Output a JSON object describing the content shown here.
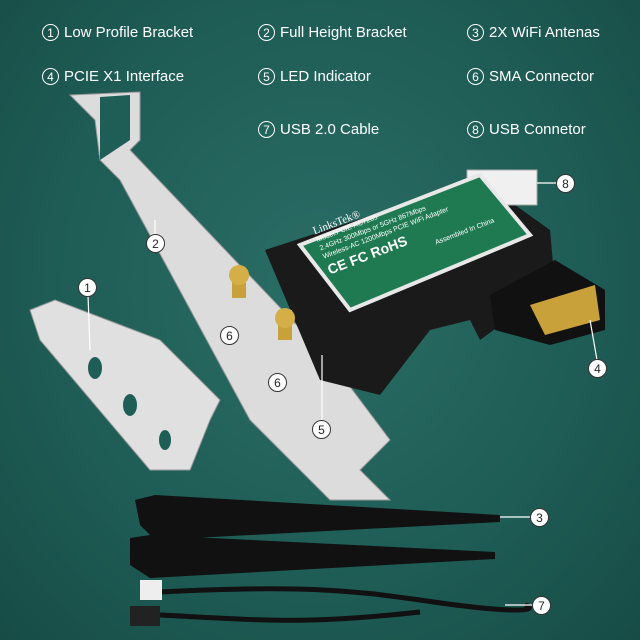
{
  "labels": [
    {
      "num": "1",
      "text": "Low Profile Bracket"
    },
    {
      "num": "2",
      "text": "Full Height Bracket"
    },
    {
      "num": "3",
      "text": "2X WiFi Antenas"
    },
    {
      "num": "4",
      "text": "PCIE X1 Interface"
    },
    {
      "num": "5",
      "text": "LED Indicator"
    },
    {
      "num": "6",
      "text": "SMA Connector"
    },
    {
      "num": "7",
      "text": "USB 2.0 Cable"
    },
    {
      "num": "8",
      "text": "USB Connetor"
    }
  ],
  "card": {
    "brand": "LinksTek®",
    "model": "Model:PCIE-AC7265",
    "line1": "2.4GHz 300Mbps or 5GHz 867Mbps",
    "line2": "Wireless-AC 1200Mbps PCIE WiFi Adapter",
    "certs": "CE  FC  RoHS",
    "origin": "Assembled In China"
  },
  "colors": {
    "background": "#1f5e57",
    "label_green": "#1f7a52",
    "gold": "#c9a13a"
  }
}
